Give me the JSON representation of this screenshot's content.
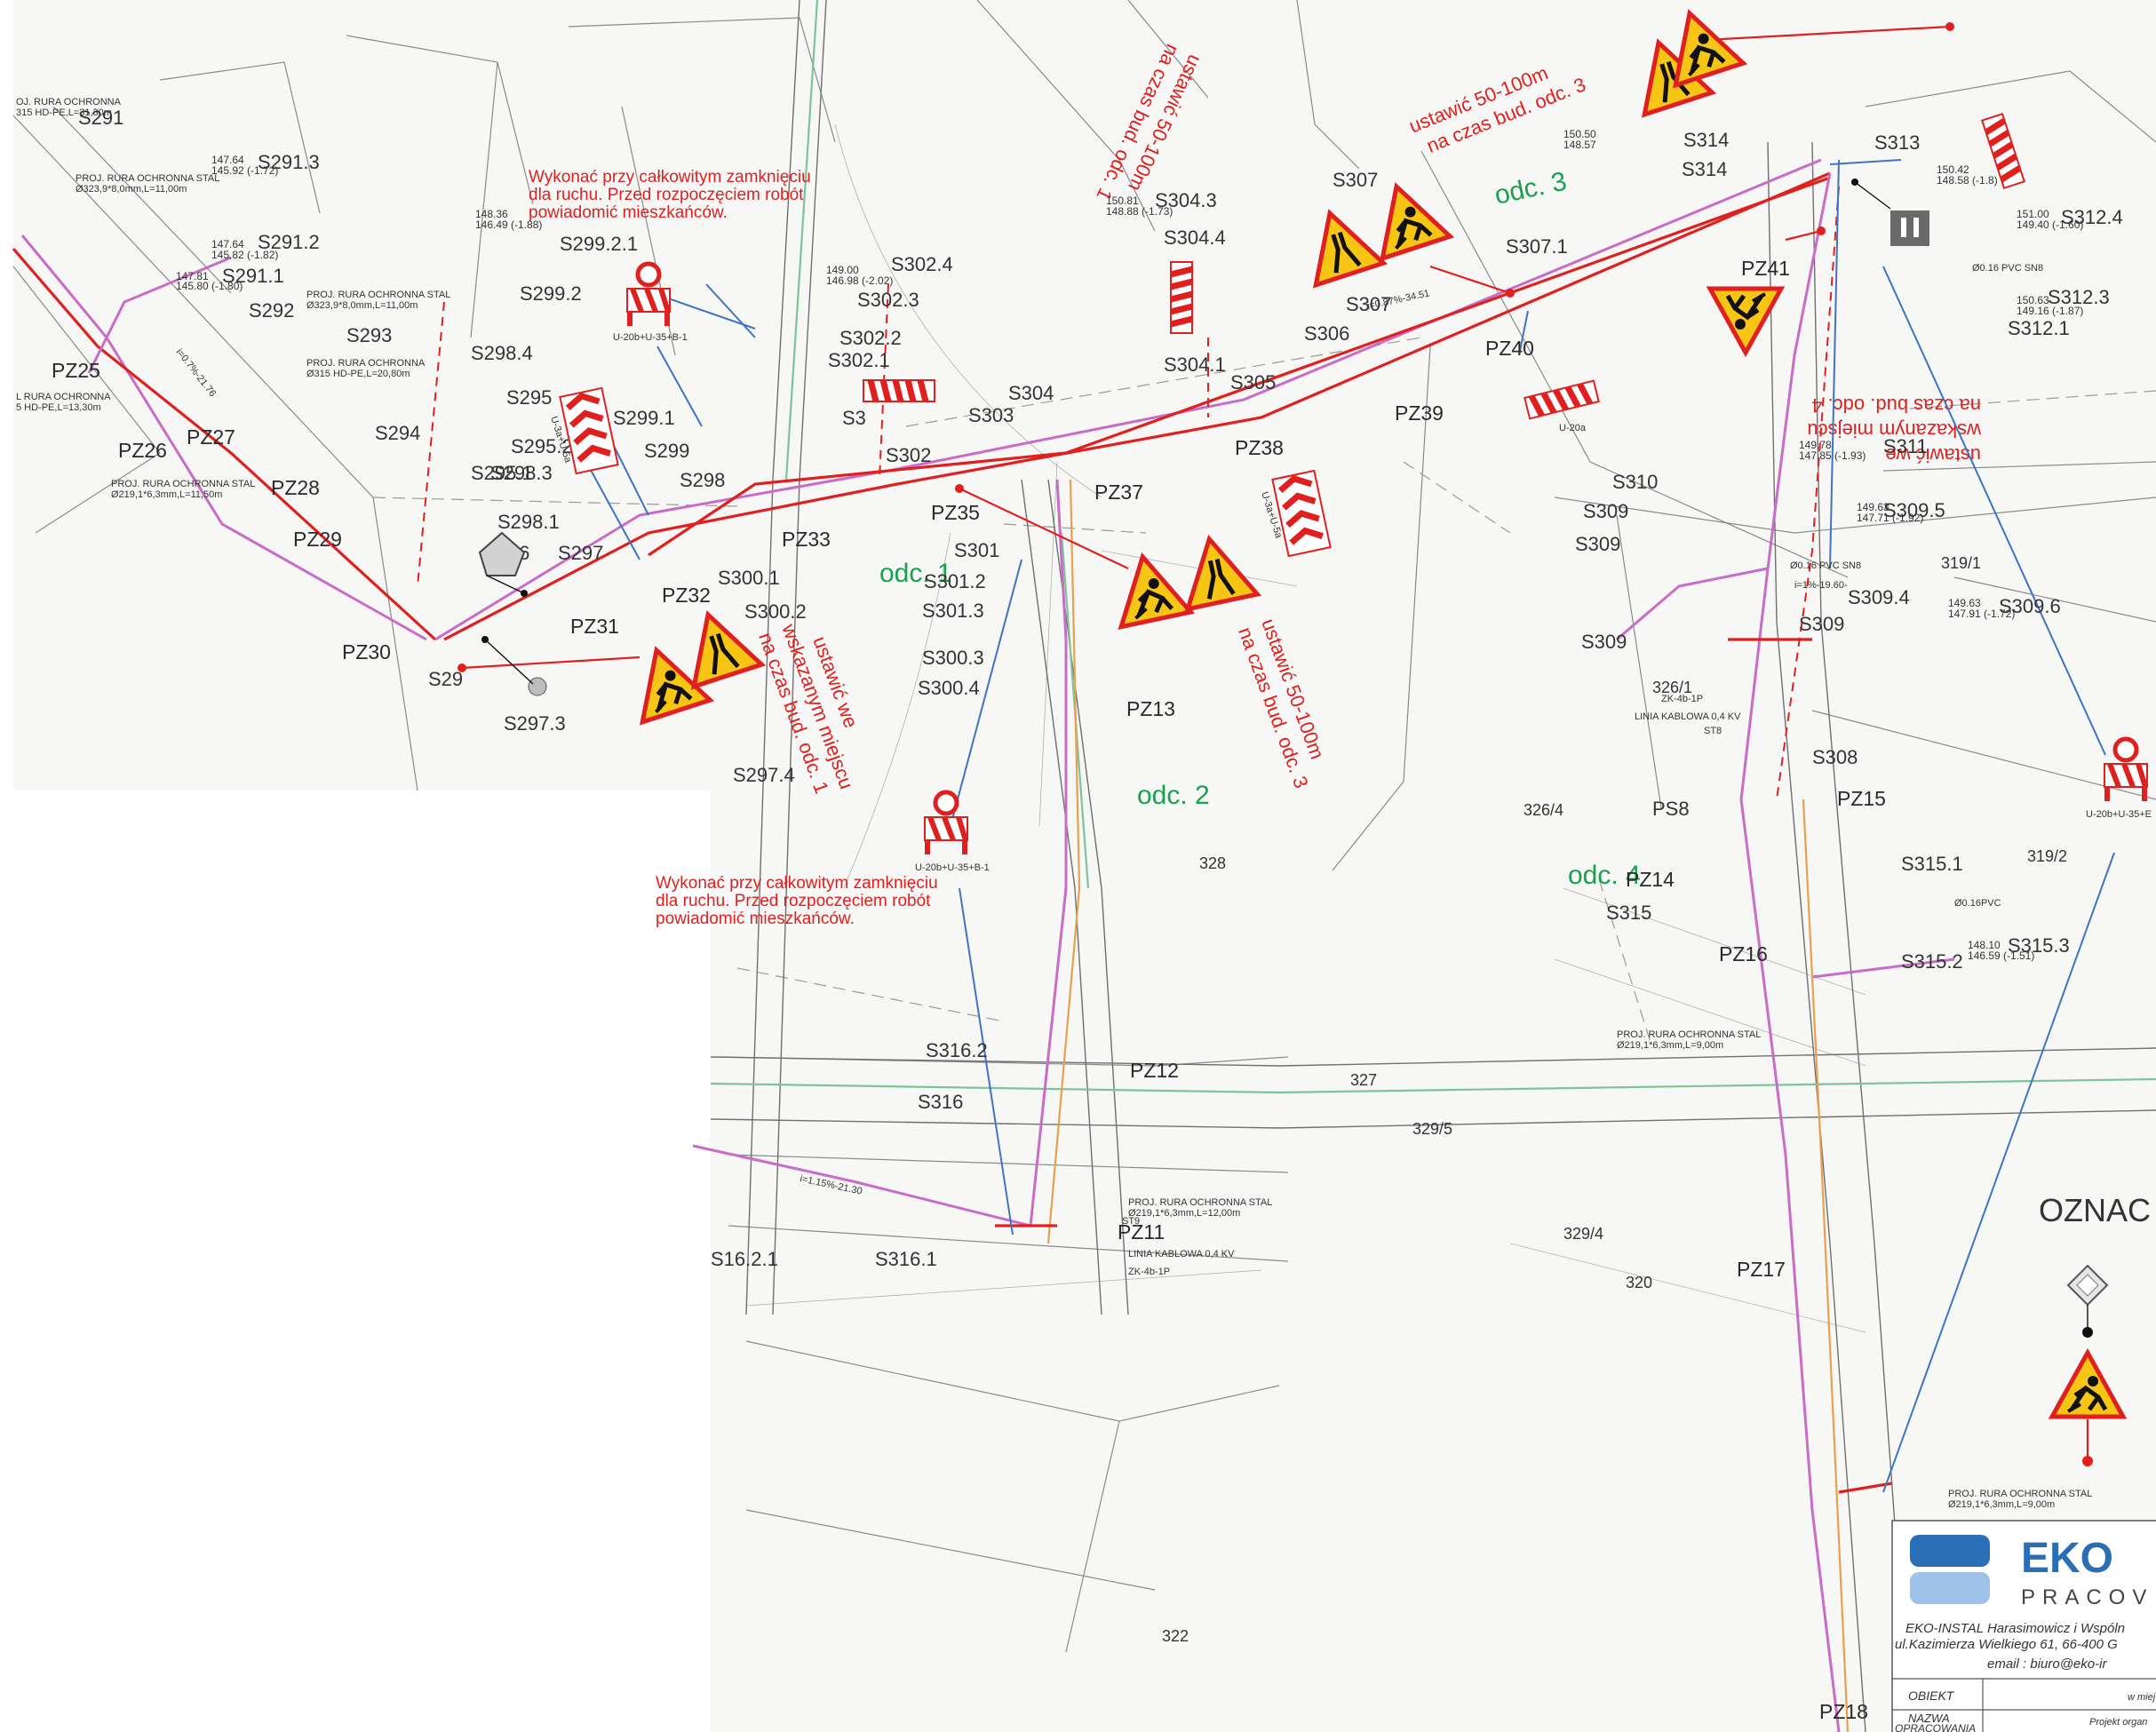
{
  "sections": {
    "odc1": "odc. 1",
    "odc2": "odc. 2",
    "odc3": "odc. 3",
    "odc4": "odc. 4"
  },
  "notes": {
    "closure_line1": "Wykonać przy całkowitym zamknięciu",
    "closure_line2": "dla ruchu. Przed rozpoczęciem robót",
    "closure_line3": "powiadomić mieszkańców.",
    "set_50_100_line1": "ustawić 50-100m",
    "set_50_100_line2": "na czas bud. odc. 3",
    "set_place_line1": "ustawić we",
    "set_place_line2": "wskazanym  miejscu",
    "set_place_odc1": "na czas bud. odc. 1",
    "set_place_odc4": "na czas bud. odc. 4",
    "set_50_100_odc1": "na czas bud. odc. 1"
  },
  "sign_codes": {
    "barrier_combo": "U-20b+U-35+B-1",
    "chevron": "U-3a+U-5a",
    "barrier_combo_short": "U-20b+U-35+E",
    "board": "U-20a"
  },
  "pz_labels": {
    "pz25": "PZ25",
    "pz26": "PZ26",
    "pz27": "PZ27",
    "pz28": "PZ28",
    "pz29": "PZ29",
    "pz30": "PZ30",
    "pz31": "PZ31",
    "pz32": "PZ32",
    "pz33": "PZ33",
    "pz35": "PZ35",
    "pz37": "PZ37",
    "pz38": "PZ38",
    "pz39": "PZ39",
    "pz40": "PZ40",
    "pz41": "PZ41",
    "pz11": "PZ11",
    "pz12": "PZ12",
    "pz13": "PZ13",
    "pz14": "PZ14",
    "pz15": "PZ15",
    "pz16": "PZ16",
    "pz17": "PZ17",
    "pz18": "PZ18"
  },
  "s_labels": {
    "s291_3": "S291.3",
    "s291_2": "S291.2",
    "s291_1": "S291.1",
    "s291": "S291",
    "s292": "S292",
    "s293": "S293",
    "s294": "S294",
    "s295": "S295",
    "s295_1": "S295.1",
    "s295_2": "S295.2",
    "s296": "S296",
    "s297": "S297",
    "s297_3": "S297.3",
    "s297_4": "S297.4",
    "s298": "S298",
    "s298_1": "S298.1",
    "s298_3": "S298.3",
    "s298_4": "S298.4",
    "s299": "S299",
    "s299_1": "S299.1",
    "s299_2": "S299.2",
    "s299_2_1": "S299.2.1",
    "s300_1": "S300.1",
    "s300_2": "S300.2",
    "s300_3": "S300.3",
    "s300_4": "S300.4",
    "s301": "S301",
    "s301_2": "S301.2",
    "s301_3": "S301.3",
    "s302": "S302",
    "s302_1": "S302.1",
    "s302_2": "S302.2",
    "s302_3": "S302.3",
    "s302_4": "S302.4",
    "s303": "S303",
    "s304": "S304",
    "s304_1": "S304.1",
    "s304_3": "S304.3",
    "s304_4": "S304.4",
    "s305": "S305",
    "s306": "S306",
    "s307": "S307",
    "s307_1": "S307.1",
    "s308": "S308",
    "s309": "S309",
    "s309_4": "S309.4",
    "s309_5": "S309.5",
    "s309_6": "S309.6",
    "s310": "S310",
    "s311": "S311",
    "s312_1": "S312.1",
    "s312_3": "S312.3",
    "s312_4": "S312.4",
    "s313": "S313",
    "s314": "S314",
    "s315": "S315",
    "s315_1": "S315.1",
    "s315_2": "S315.2",
    "s315_3": "S315.3",
    "s316": "S316",
    "s316_1": "S316.1",
    "s316_2": "S316.2",
    "s316_2_1": "S16.2.1",
    "s29": "S29",
    "ps8": "PS8",
    "s3": "S3"
  },
  "pipe_notes": {
    "rura_315": "PROJ. RURA OCHRONNA STAL",
    "rura_315_spec": "Ø323,9*8,0mm,L=11,00m",
    "rura_hd": "PROJ. RURA OCHRONNA",
    "rura_hd_spec": "Ø315 HD-PE,L=20,80m",
    "rura_219": "PROJ. RURA OCHRONNA STAL",
    "rura_219_spec": "Ø219,1*6,3mm,L=11,50m",
    "rura_219_9": "Ø219,1*6,3mm,L=9,00m",
    "rura_219_12": "Ø219,1*6,3mm,L=12,00m",
    "rura_left": "L RURA OCHRONNA",
    "rura_left_spec": "5 HD-PE,L=13,30m",
    "rura_top": "OJ. RURA OCHRONNA",
    "rura_top_spec": "315 HD-PE,L=31,30m",
    "linia": "LINIA KABLOWA 0,4 KV",
    "zk": "ZK-4b-1P",
    "st8": "ST8",
    "st9": "ST9",
    "pvc1": "Ø0.16 PVC SN8",
    "pvc2": "Ø0.16PVC",
    "grade1": "i=0.87%-34.51",
    "grade2": "i=1%-19.60-",
    "grade3": "i=0.7%-21.76",
    "grade4": "i=1.15%-21.30"
  },
  "legend": {
    "title": "OZNAC"
  },
  "title_block": {
    "logo": "EKO",
    "logo_sub": "PRACOV",
    "company_line1": "EKO-INSTAL Harasimowicz i Wspóln",
    "company_line2": "ul.Kazimierza Wielkiego 61, 66-400 G",
    "email": "email : biuro@eko-ir",
    "row1_label": "OBIEKT",
    "row1_value": "w miej",
    "row2_label": "NAZWA",
    "row2_label2": "OPRACOWANIA",
    "row2_value": "Projekt organ"
  },
  "parcels": {
    "p326_1": "326/1",
    "p326_4": "326/4",
    "p328": "328",
    "p319_1": "319/1",
    "p319_2": "319/2",
    "p329_5": "329/5",
    "p329_4": "329/4",
    "p320": "320",
    "p322": "322",
    "p327": "327"
  },
  "colors": {
    "red": "#e0201f",
    "pink": "#c86cc8",
    "blue": "#3e74c2",
    "green": "#1aa050",
    "sign_yellow": "#f7c614",
    "logo_blue": "#2a6fb5"
  }
}
